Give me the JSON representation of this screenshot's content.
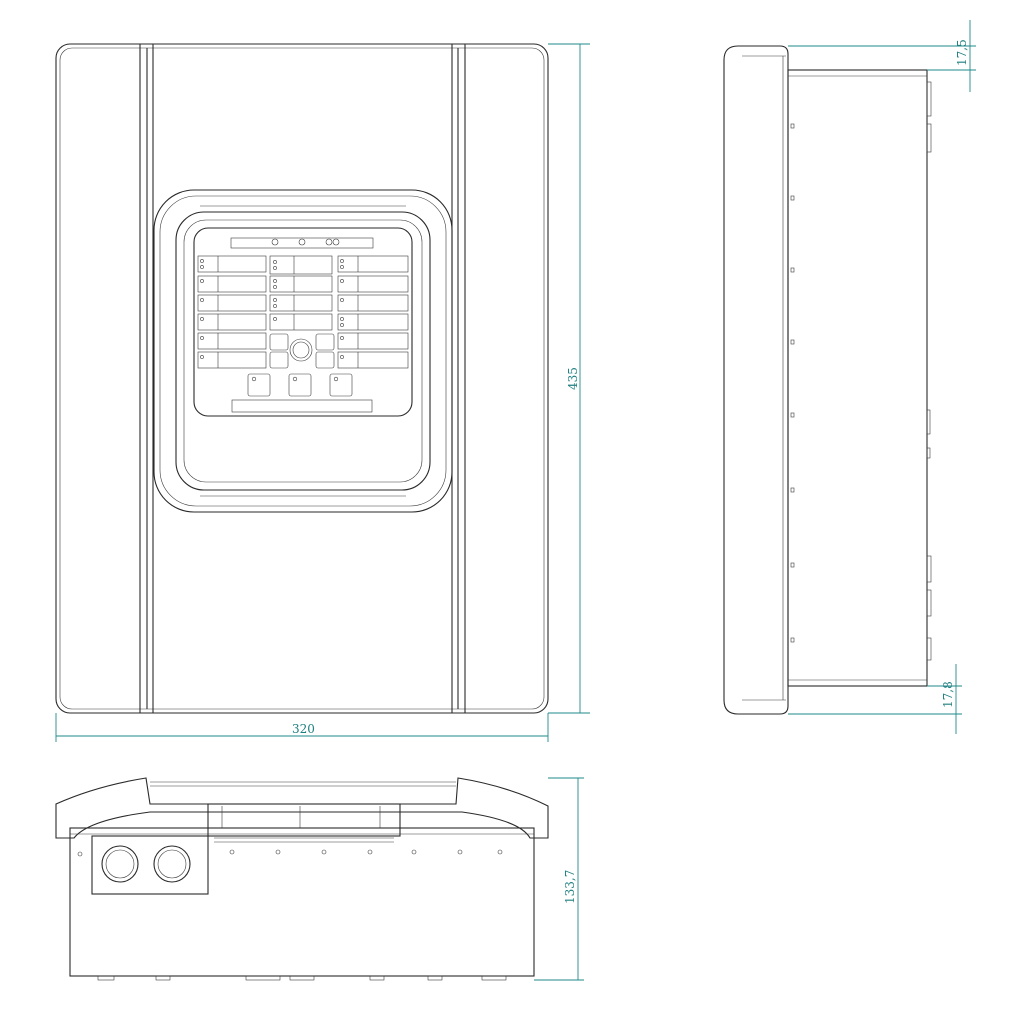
{
  "dimensions": {
    "front_width": "320",
    "front_height": "435",
    "side_top_offset": "17,5",
    "side_bottom_offset": "17,8",
    "bottom_depth": "133,7"
  },
  "colors": {
    "line": "#2a2a2a",
    "dimension": "#1f8a8a",
    "background": "#ffffff"
  }
}
